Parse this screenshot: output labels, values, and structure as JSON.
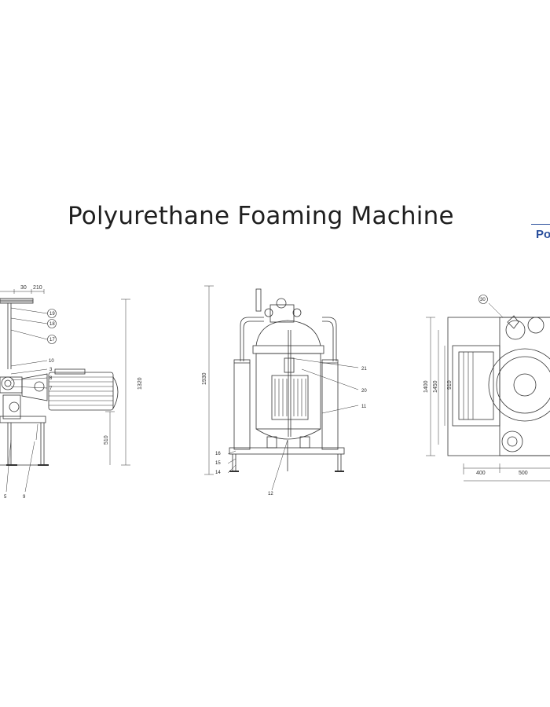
{
  "title": "Polyurethane Foaming Machine",
  "logo_text": "Po",
  "side_view": {
    "dims_top": [
      "30",
      "210"
    ],
    "dim_total_height": "1320",
    "dim_lower_height": "510",
    "callouts": [
      "19",
      "18",
      "17",
      "10",
      "3",
      "8",
      "7",
      "5",
      "9"
    ]
  },
  "front_view": {
    "dim_height": "1930",
    "callouts": [
      "21",
      "20",
      "11",
      "16",
      "15",
      "14",
      "12"
    ]
  },
  "top_view": {
    "dims_left": [
      "1400",
      "1450",
      "910"
    ],
    "dims_bottom": [
      "400",
      "500"
    ],
    "callouts": [
      "30"
    ]
  },
  "colors": {
    "ink": "#333333",
    "brand": "#2a4f9c"
  }
}
